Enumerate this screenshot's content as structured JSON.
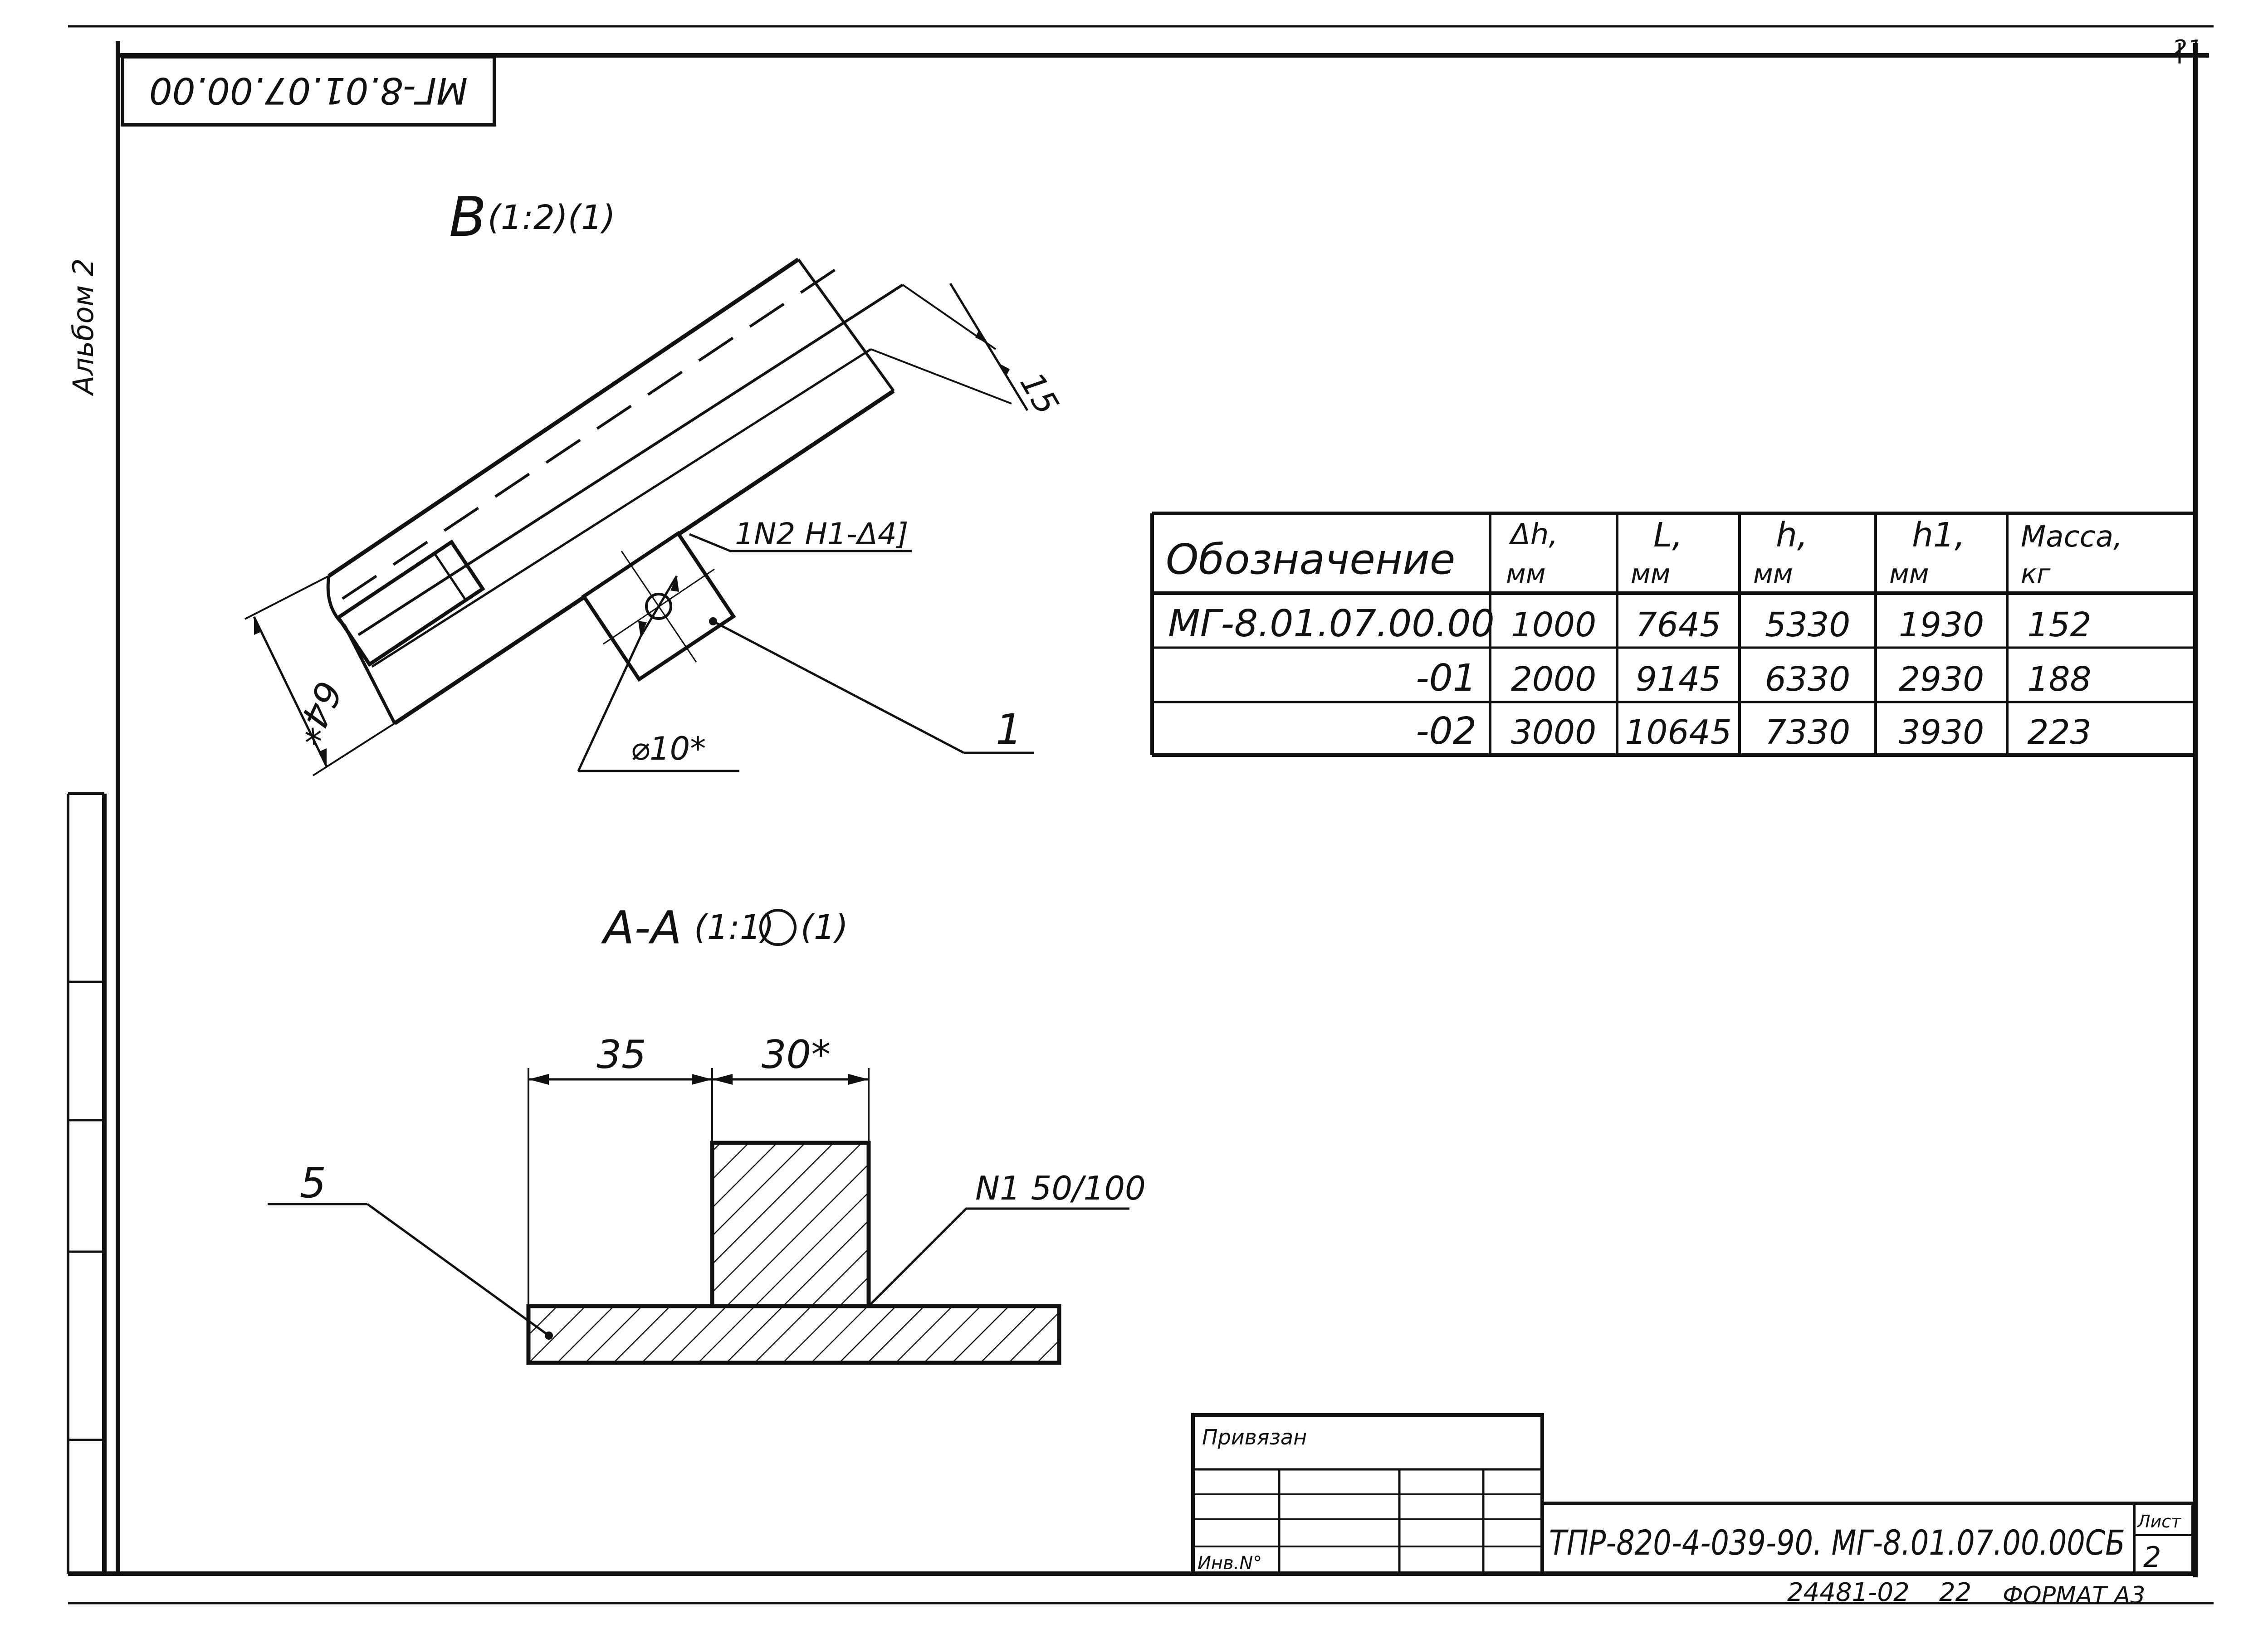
{
  "sheet_number": "21",
  "stamp_code": "МГ-8.01.07.00.00",
  "album_label": "Альбом 2",
  "view_b": {
    "title": "В",
    "scale": "(1:2)(1)",
    "dim_width": "64*",
    "dim_gap": "15",
    "weld_note": "1N2 Н1-Δ4]",
    "hole_dim": "⌀10*",
    "part_callout": "1"
  },
  "section_aa": {
    "title": "А-А",
    "scale": "(1:1)",
    "weld_mark": "(1)",
    "dim_left": "35",
    "dim_right": "30*",
    "part_callout": "5",
    "weld_note": "N1 50/100"
  },
  "spec_table": {
    "headers": [
      {
        "line1": "Обозначение",
        "line2": ""
      },
      {
        "line1": "Δh,",
        "line2": "мм"
      },
      {
        "line1": "L,",
        "line2": "мм"
      },
      {
        "line1": "h,",
        "line2": "мм"
      },
      {
        "line1": "h1,",
        "line2": "мм"
      },
      {
        "line1": "Масса,",
        "line2": "кг"
      }
    ],
    "rows": [
      [
        "МГ-8.01.07.00.00",
        "1000",
        "7645",
        "5330",
        "1930",
        "152"
      ],
      [
        "-01",
        "2000",
        "9145",
        "6330",
        "2930",
        "188"
      ],
      [
        "-02",
        "3000",
        "10645",
        "7330",
        "3930",
        "223"
      ]
    ]
  },
  "title_block": {
    "bound_label": "Привязан",
    "inv_label": "Инв.N°",
    "doc_code": "ТПР-820-4-039-90. МГ-8.01.07.00.00СБ",
    "sheet_label": "Лист",
    "sheet_value": "2"
  },
  "footer": {
    "archive": "24481-02",
    "page": "22",
    "format": "ФОРМАТ А3"
  }
}
